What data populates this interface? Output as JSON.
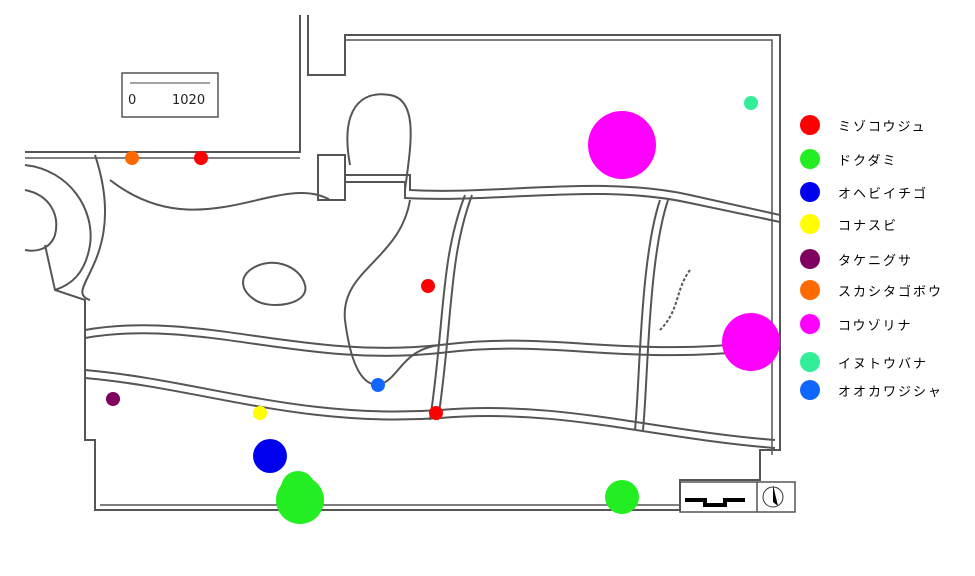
{
  "legend": [
    {
      "label": "ミゾコウジュ",
      "color": "#ff0000"
    },
    {
      "label": "ドクダミ",
      "color": "#22ee22"
    },
    {
      "label": "オヘビイチゴ",
      "color": "#0000ee"
    },
    {
      "label": "コナスビ",
      "color": "#ffff00"
    },
    {
      "label": "タケニグサ",
      "color": "#800060"
    },
    {
      "label": "スカシタゴボウ",
      "color": "#ff6a00"
    },
    {
      "label": "コウゾリナ",
      "color": "#ff00ff"
    },
    {
      "label": "イヌトウバナ",
      "color": "#33ee99"
    },
    {
      "label": "オオカワジシャ",
      "color": "#1166ff"
    }
  ],
  "scale": {
    "zero": "0",
    "end": "1020"
  }
}
